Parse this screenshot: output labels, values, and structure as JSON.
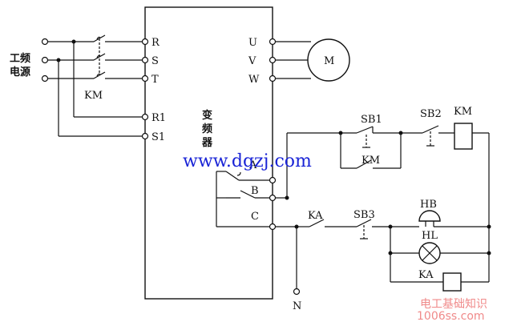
{
  "labels": {
    "power_source_line1": "工频",
    "power_source_line2": "电源",
    "km_main": "KM",
    "inverter_line1": "变",
    "inverter_line2": "频",
    "inverter_line3": "器",
    "term_r": "R",
    "term_s": "S",
    "term_t": "T",
    "term_r1": "R1",
    "term_s1": "S1",
    "term_u": "U",
    "term_v": "V",
    "term_w": "W",
    "motor": "M",
    "term_a": "A",
    "term_b": "B",
    "term_c": "C",
    "sb1": "SB1",
    "sb2": "SB2",
    "km_coil": "KM",
    "km_aux": "KM",
    "ka_contact": "KA",
    "sb3": "SB3",
    "hb": "HB",
    "hl": "HL",
    "ka_coil": "KA",
    "neutral": "N"
  },
  "watermark": {
    "site": "www.dgzj.com",
    "brand_line1": "电工基础知识",
    "brand_line2": "1006ss.com"
  },
  "colors": {
    "wire": "#111111",
    "watermark_blue": "#1a24d6",
    "watermark_red": "#f08a8a"
  }
}
